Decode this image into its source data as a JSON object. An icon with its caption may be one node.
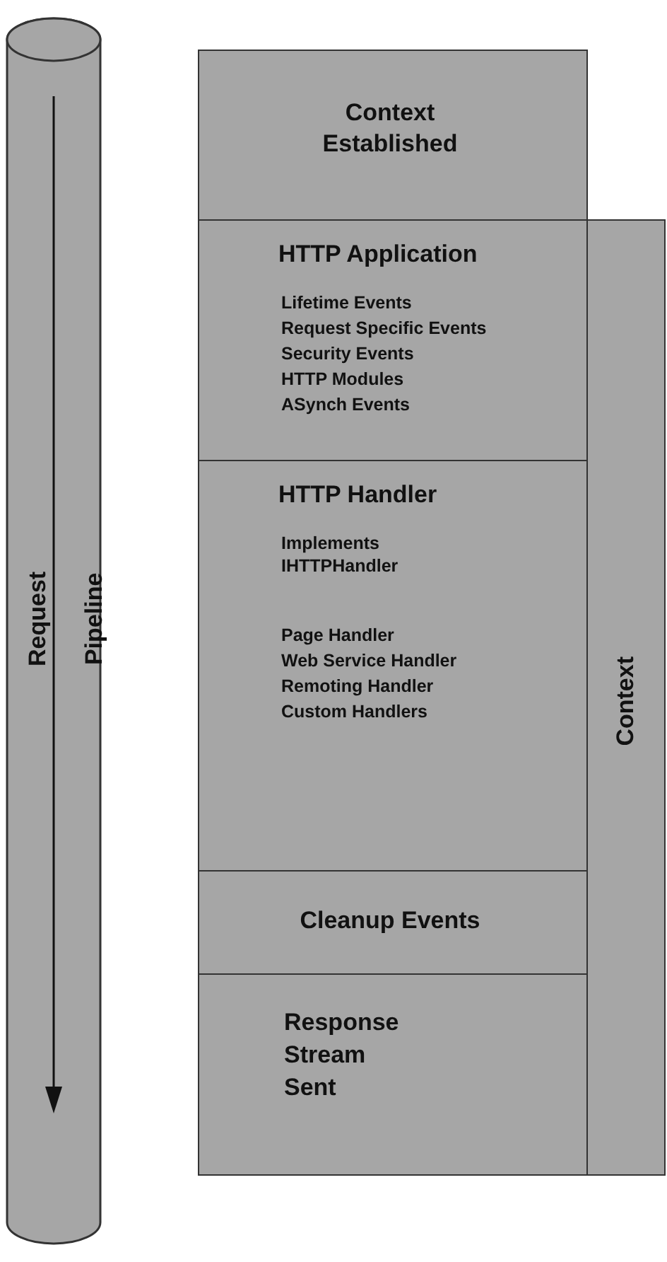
{
  "diagram": {
    "nodes": [
      {
        "text": [
          "Request Pipeline"
        ]
      },
      {
        "text": [
          "Context Established"
        ]
      },
      {
        "text": [
          "HTTP Application",
          "Lifetime Events",
          "Request Specific Events",
          "Security Events",
          "HTTP Modules",
          "ASynch Events"
        ]
      },
      {
        "text": [
          "HTTP Handler",
          "Implements IHTTPHandler",
          "Page Handler",
          "Web Service Handler",
          "Remoting Handler",
          "Custom Handlers"
        ]
      },
      {
        "text": [
          "Cleanup Events"
        ]
      },
      {
        "text": [
          "Response Stream Sent"
        ]
      },
      {
        "text": [
          "Context"
        ]
      }
    ],
    "edges": []
  }
}
